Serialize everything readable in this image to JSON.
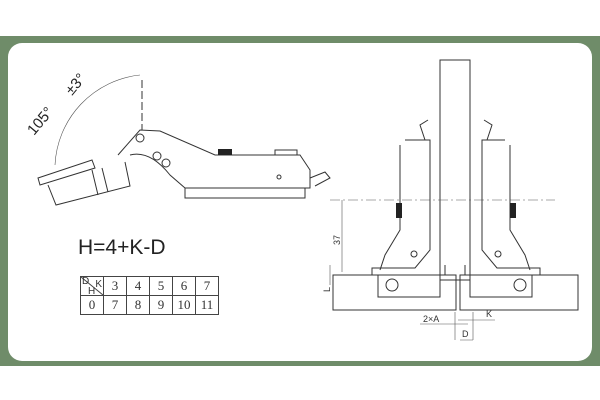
{
  "angle_label": {
    "value": "105°",
    "tolerance": "±3°"
  },
  "formula": "H=4+K-D",
  "table": {
    "header_corner": {
      "d": "D",
      "k": "K",
      "h": "H"
    },
    "k_values": [
      "3",
      "4",
      "5",
      "6",
      "7"
    ],
    "d_label": "0",
    "h_values": [
      "7",
      "8",
      "9",
      "10",
      "11"
    ]
  },
  "dimensions": {
    "height": "37",
    "l": "L",
    "gap": "2×A",
    "k": "K",
    "d": "D"
  },
  "colors": {
    "frame": "#6f8c69",
    "panel": "#ffffff",
    "line": "#333333"
  }
}
